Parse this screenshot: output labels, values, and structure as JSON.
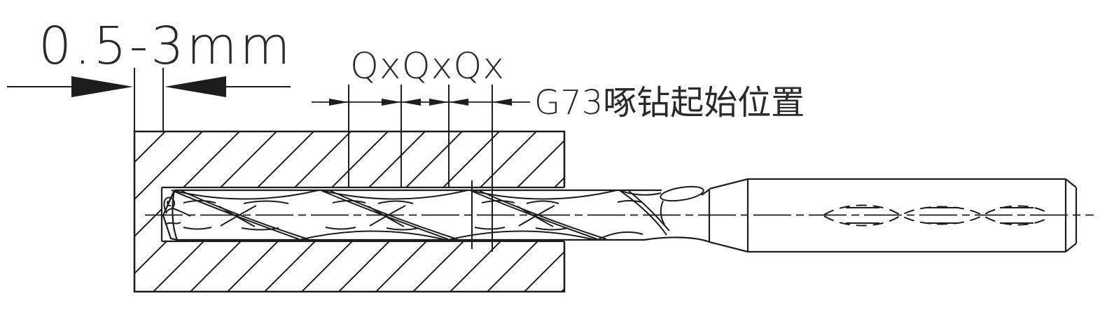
{
  "page": {
    "background_color": "#ffffff",
    "ink_color": "#1d1d1d"
  },
  "annotations": {
    "retract_range_label": "0.5-3mm",
    "peck_increments_label": "QxQxQx",
    "start_position_label": "G73啄钻起始位置"
  }
}
